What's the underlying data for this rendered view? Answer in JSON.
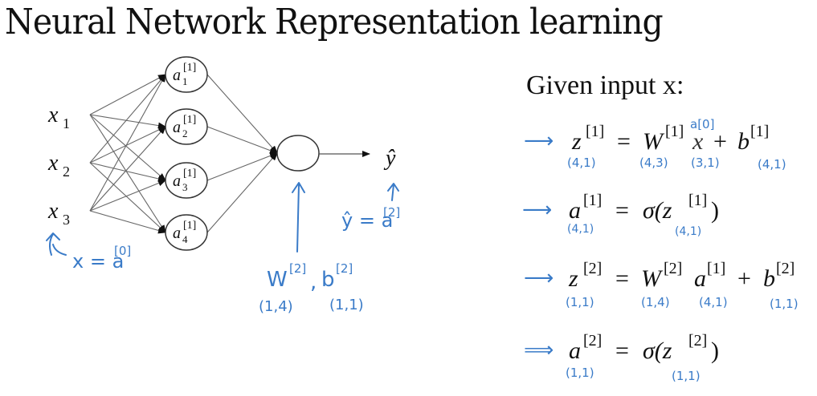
{
  "title": "Neural Network Representation learning",
  "network": {
    "inputs": [
      {
        "base": "x",
        "sub": "1"
      },
      {
        "base": "x",
        "sub": "2"
      },
      {
        "base": "x",
        "sub": "3"
      }
    ],
    "hidden_layer": [
      {
        "base": "a",
        "sup": "[1]",
        "sub": "1"
      },
      {
        "base": "a",
        "sup": "[1]",
        "sub": "2"
      },
      {
        "base": "a",
        "sup": "[1]",
        "sub": "3"
      },
      {
        "base": "a",
        "sup": "[1]",
        "sub": "4"
      }
    ],
    "output_label": "ŷ"
  },
  "annotations": {
    "input_note": "x = a",
    "input_note_sup": "[0]",
    "output_note": "ŷ = a",
    "output_note_sup": "[2]",
    "params_note_w": "W",
    "params_note_w_sup": "[2]",
    "params_note_b": "b",
    "params_note_b_sup": "[2]",
    "params_w_shape": "(1,4)",
    "params_b_shape": "(1,1)"
  },
  "equations_header": "Given input x:",
  "equations": [
    {
      "lhs": "z",
      "lhs_sup": "[1]",
      "rhs_parts": [
        "W",
        "[1]",
        "x",
        "b",
        "[1]"
      ],
      "overwrite": "a[0]",
      "shapes": [
        "(4,1)",
        "(4,3)",
        "(3,1)",
        "(4,1)"
      ]
    },
    {
      "lhs": "a",
      "lhs_sup": "[1]",
      "rhs": "σ(z",
      "rhs_sup": "[1]",
      "rhs_close": ")",
      "shapes": [
        "(4,1)",
        "(4,1)"
      ]
    },
    {
      "lhs": "z",
      "lhs_sup": "[2]",
      "rhs_parts": [
        "W",
        "[2]",
        "a",
        "[1]",
        "b",
        "[2]"
      ],
      "shapes": [
        "(1,1)",
        "(1,4)",
        "(4,1)",
        "(1,1)"
      ]
    },
    {
      "lhs": "a",
      "lhs_sup": "[2]",
      "rhs": "σ(z",
      "rhs_sup": "[2]",
      "rhs_close": ")",
      "shapes": [
        "(1,1)",
        "(1,1)"
      ]
    }
  ],
  "colors": {
    "ink": "#111111",
    "handwriting": "#3a7bc8",
    "edges": "#666666"
  }
}
